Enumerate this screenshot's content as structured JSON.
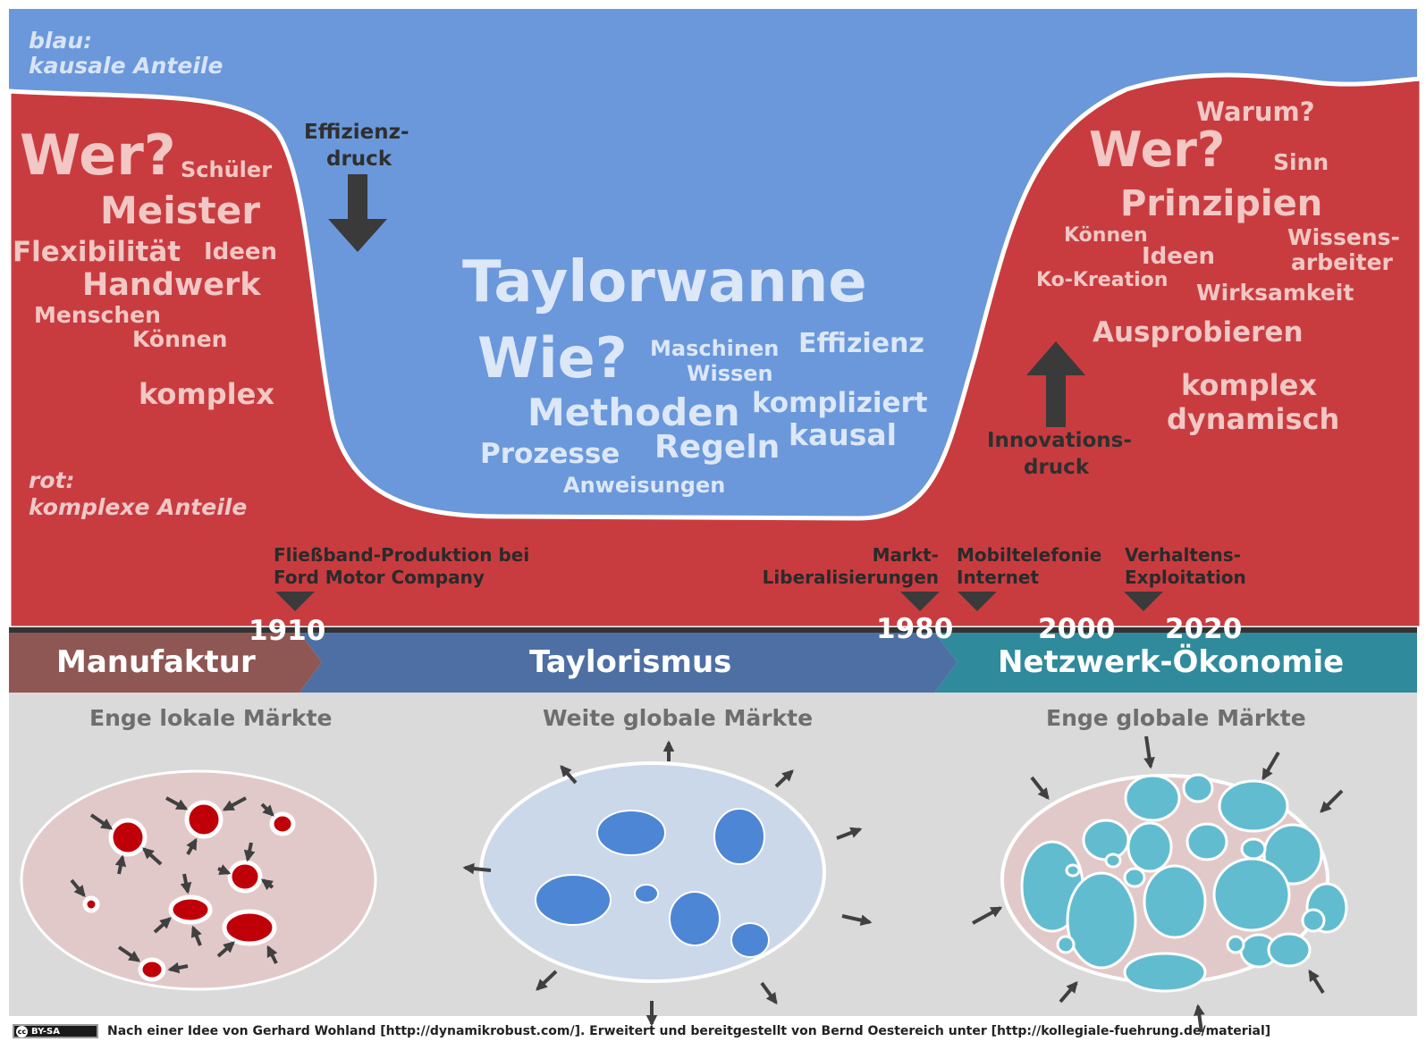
{
  "legend": {
    "blue_line1": "blau:",
    "blue_line2": "kausale Anteile",
    "red_line1": "rot:",
    "red_line2": "komplexe Anteile"
  },
  "left_words": {
    "wer": "Wer?",
    "schueler": "Schüler",
    "meister": "Meister",
    "flexibilitaet": "Flexibilität",
    "ideen": "Ideen",
    "handwerk": "Handwerk",
    "menschen": "Menschen",
    "koennen": "Können",
    "komplex": "komplex"
  },
  "center_words": {
    "title": "Taylorwanne",
    "wie": "Wie?",
    "maschinen": "Maschinen",
    "wissen": "Wissen",
    "effizienz": "Effizienz",
    "methoden": "Methoden",
    "kompliziert": "kompliziert",
    "prozesse": "Prozesse",
    "regeln": "Regeln",
    "kausal": "kausal",
    "anweisungen": "Anweisungen"
  },
  "right_words": {
    "warum": "Warum?",
    "wer": "Wer?",
    "sinn": "Sinn",
    "prinzipien": "Prinzipien",
    "koennen": "Können",
    "ideen": "Ideen",
    "wissens": "Wissens-",
    "arbeiter": "arbeiter",
    "kokreation": "Ko-Kreation",
    "wirksamkeit": "Wirksamkeit",
    "ausprobieren": "Ausprobieren",
    "komplex": "komplex",
    "dynamisch": "dynamisch"
  },
  "pressure": {
    "effizienz_line1": "Effizienz-",
    "effizienz_line2": "druck",
    "innovation_line1": "Innovations-",
    "innovation_line2": "druck"
  },
  "events": {
    "fliessband_line1": "Fließband-Produktion bei",
    "fliessband_line2": "Ford Motor Company",
    "markt_line1": "Markt-",
    "markt_line2": "Liberalisierungen",
    "mobil_line1": "Mobiltelefonie",
    "mobil_line2": "Internet",
    "verhalten_line1": "Verhaltens-",
    "verhalten_line2": "Exploitation"
  },
  "years": {
    "y1910": "1910",
    "y1980": "1980",
    "y2000": "2000",
    "y2020": "2020"
  },
  "eras": {
    "manufaktur": "Manufaktur",
    "taylorismus": "Taylorismus",
    "netzwerk": "Netzwerk-Ökonomie"
  },
  "markets": {
    "left": "Enge lokale Märkte",
    "center": "Weite globale Märkte",
    "right": "Enge globale Märkte"
  },
  "footer": {
    "license": "BY-SA",
    "credit": "Nach einer Idee von Gerhard Wohland [http://dynamikrobust.com/]. Erweitert und bereitgestellt von Bernd Oestereich unter [http://kollegiale-fuehrung.de/material]"
  },
  "colors": {
    "blue": "#6a98db",
    "red": "#c83c40",
    "manufaktur": "#8e5754",
    "taylorismus": "#4d6fa3",
    "netzwerk": "#2f8a9c",
    "market_bg": "#dadada"
  }
}
